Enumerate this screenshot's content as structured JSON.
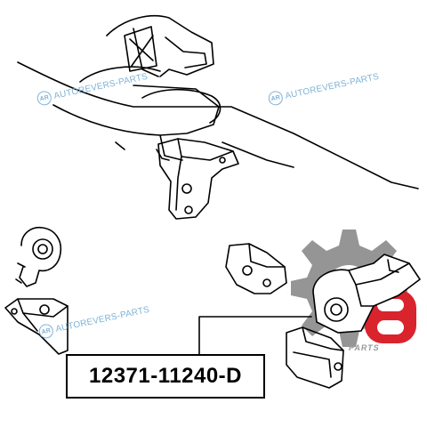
{
  "watermark": {
    "text": "AUTOREVERS-PARTS",
    "logo": "AR",
    "color": "#7fb3d5"
  },
  "part_number": "12371-11240-D",
  "brand_mark": {
    "text": "PARTS",
    "number": "8",
    "accent": "#d9232d",
    "gear_color": "#8a8a8a"
  }
}
